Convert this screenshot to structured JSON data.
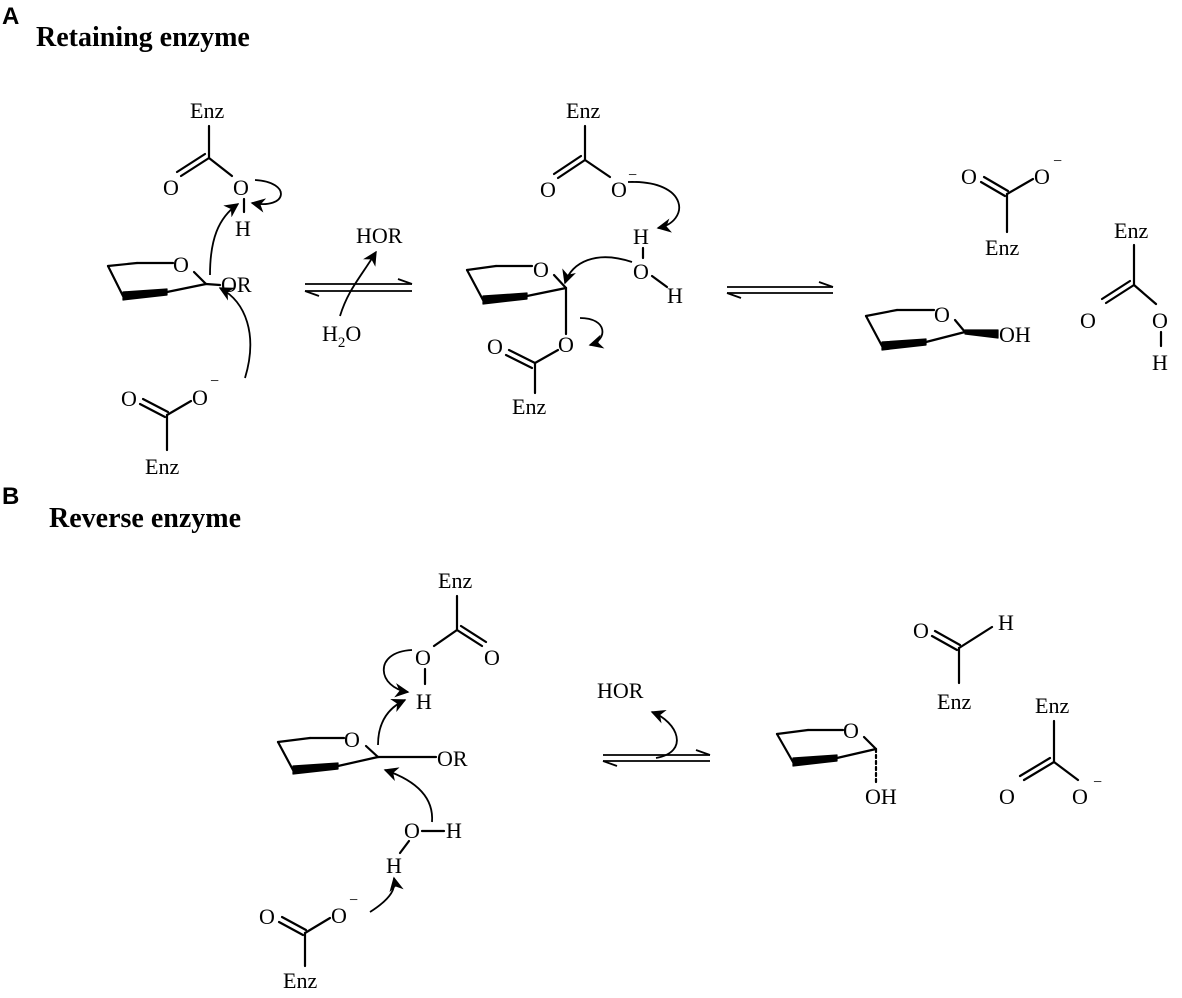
{
  "panel_a": {
    "letter": "A",
    "title": "Retaining enzyme",
    "substrate": {
      "top_enz": "Enz",
      "top_o_double": "O",
      "top_o": "O",
      "top_h": "H",
      "ring_o": "O",
      "or_group": "OR",
      "bottom_o_double": "O",
      "bottom_o": "O",
      "bottom_charge": "−",
      "bottom_enz": "Enz"
    },
    "step1": {
      "released": "HOR",
      "water_h": "H",
      "water_sub": "2",
      "water_o": "O"
    },
    "intermediate": {
      "top_enz": "Enz",
      "top_o_double": "O",
      "top_o": "O",
      "top_charge": "−",
      "water_h_top": "H",
      "water_o": "O",
      "water_h_right": "H",
      "ring_o": "O",
      "ester_o": "O",
      "ester_o_double": "O",
      "ester_enz": "Enz"
    },
    "product": {
      "ring_o": "O",
      "oh": "OH",
      "carboxylate_o_double": "O",
      "carboxylate_o": "O",
      "carboxylate_charge": "−",
      "carboxylate_enz": "Enz",
      "acid_enz": "Enz",
      "acid_o_double": "O",
      "acid_o": "O",
      "acid_h": "H"
    }
  },
  "panel_b": {
    "letter": "B",
    "title": "Reverse enzyme",
    "substrate": {
      "top_enz": "Enz",
      "top_o": "O",
      "top_o_double": "O",
      "top_h": "H",
      "ring_o": "O",
      "or_group": "OR",
      "water_o": "O",
      "water_h_right": "H",
      "water_h_bottom": "H",
      "bottom_o_double": "O",
      "bottom_o": "O",
      "bottom_charge": "−",
      "bottom_enz": "Enz"
    },
    "step": {
      "released": "HOR"
    },
    "product": {
      "ring_o": "O",
      "oh": "OH",
      "aldehyde_o": "O",
      "aldehyde_h": "H",
      "aldehyde_enz": "Enz",
      "carboxylate_enz": "Enz",
      "carboxylate_o_double": "O",
      "carboxylate_o": "O",
      "carboxylate_charge": "−"
    }
  }
}
